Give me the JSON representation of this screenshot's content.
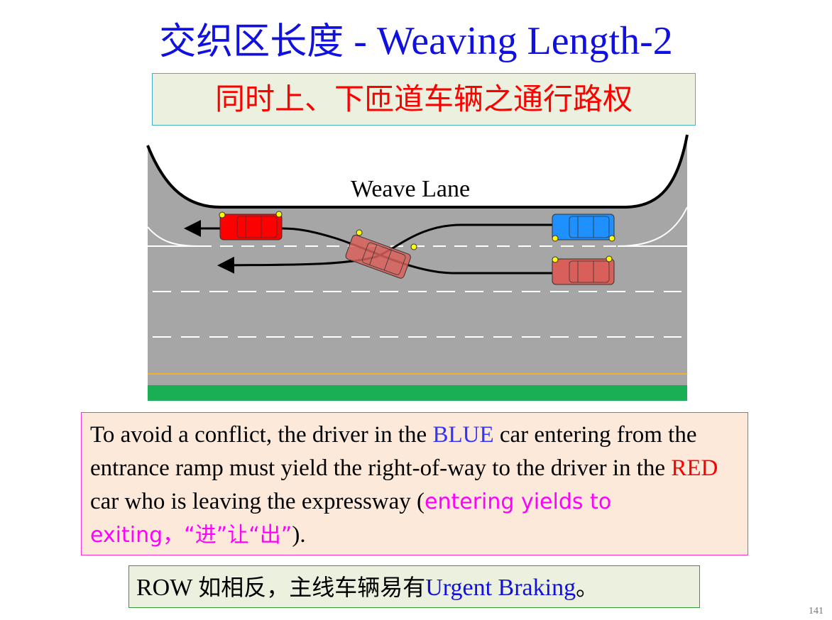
{
  "title": {
    "zh": "交织区长度",
    "en": " - Weaving Length-2"
  },
  "subtitle": "同时上、下匝道车辆之通行路权",
  "diagram": {
    "weave_lane_label": "Weave Lane",
    "colors": {
      "road": "#a6a6a6",
      "blue_car": "#1e90ff",
      "red_car": "#ff0000",
      "pink_car": "#d9605a",
      "median": "#1aaf54",
      "edge_line": "#f0b030"
    }
  },
  "explanation": {
    "p1": "To avoid a conflict, the driver in the ",
    "blue": "BLUE",
    "p2": " car entering from the entrance ramp must yield the right-of-way to the driver in the ",
    "red": "RED",
    "p3": " car who is leaving the expressway (",
    "mag": "entering yields to exiting，“进”让“出”",
    "p4": ")."
  },
  "note": {
    "en1": "ROW ",
    "zh": "如相反，主线车辆易有",
    "blue": "Urgent Braking",
    "end": "。"
  },
  "page_number": "141"
}
